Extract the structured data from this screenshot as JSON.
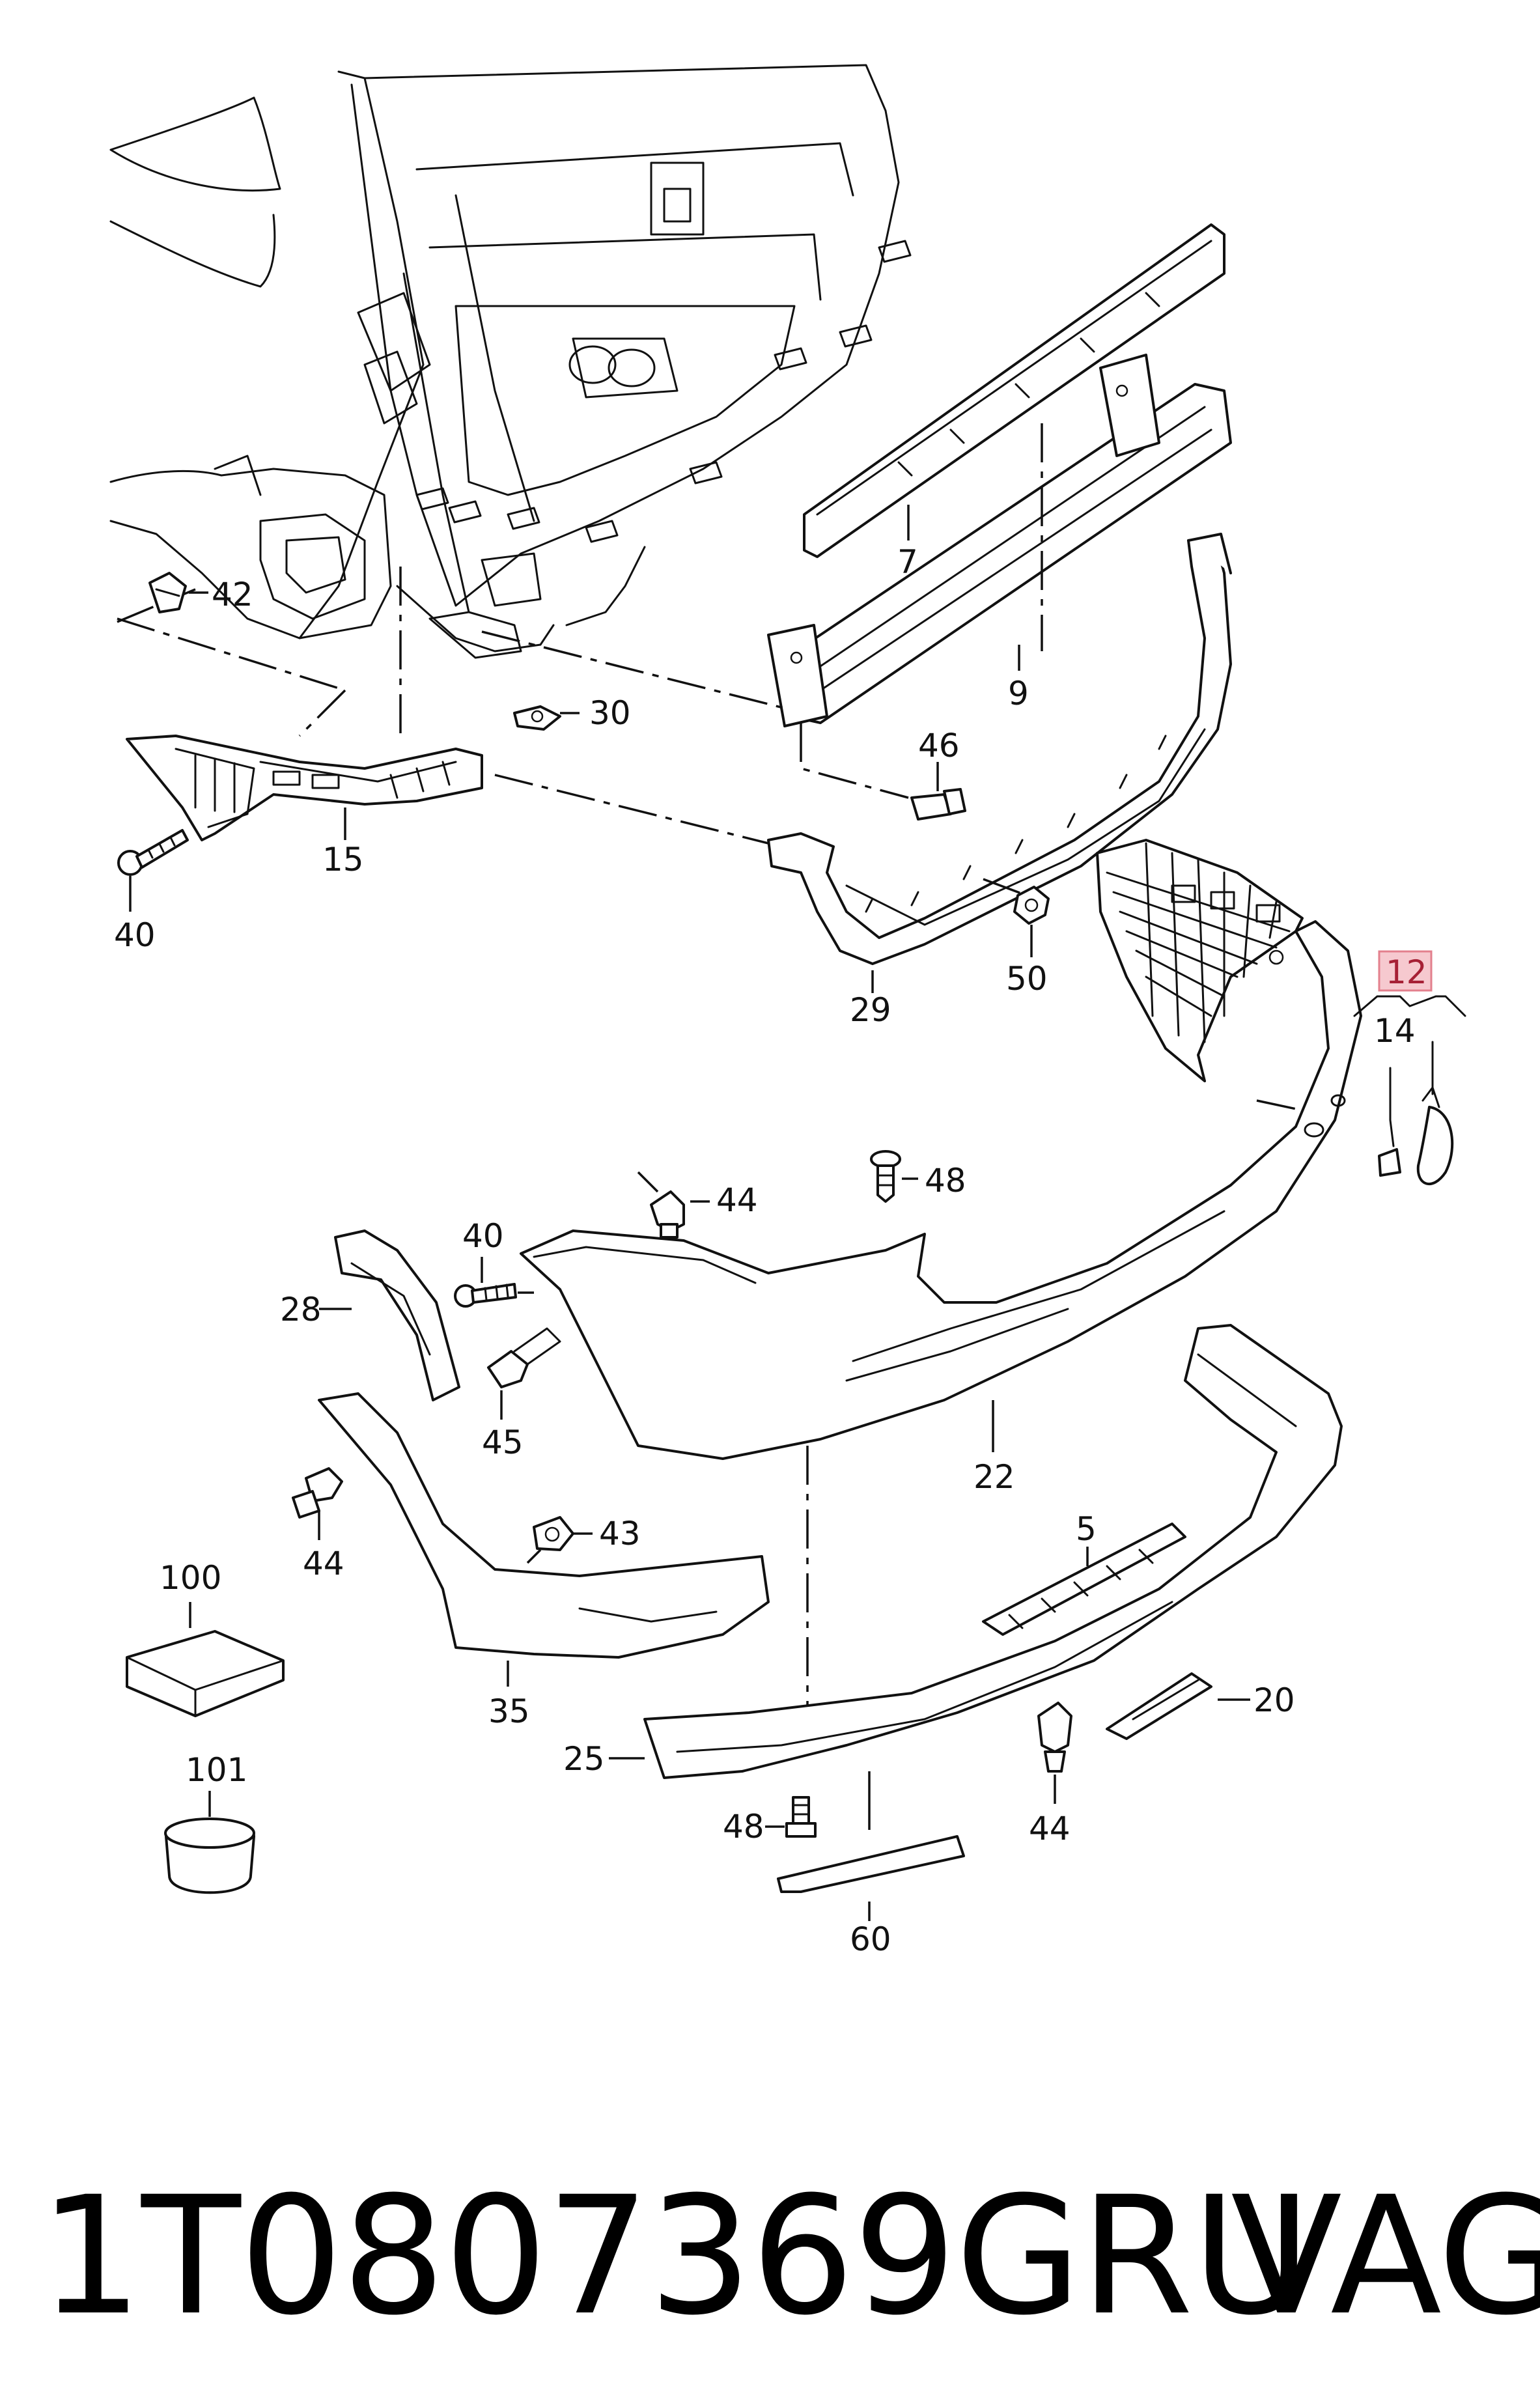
{
  "callouts": {
    "p7": "7",
    "p9": "9",
    "p42": "42",
    "p30": "30",
    "p46": "46",
    "p15": "15",
    "p40a": "40",
    "p29": "29",
    "p50": "50",
    "p12": "12",
    "p14": "14",
    "p48a": "48",
    "p44a": "44",
    "p40b": "40",
    "p28": "28",
    "p45": "45",
    "p22": "22",
    "p44b": "44",
    "p43": "43",
    "p100": "100",
    "p5": "5",
    "p35": "35",
    "p101": "101",
    "p20": "20",
    "p25": "25",
    "p48b": "48",
    "p44c": "44",
    "p60": "60"
  },
  "highlight": {
    "color": "#f6c9cf",
    "part": "12"
  },
  "footer": {
    "part_number": "1T0807369GRU",
    "brand": "VAG"
  }
}
